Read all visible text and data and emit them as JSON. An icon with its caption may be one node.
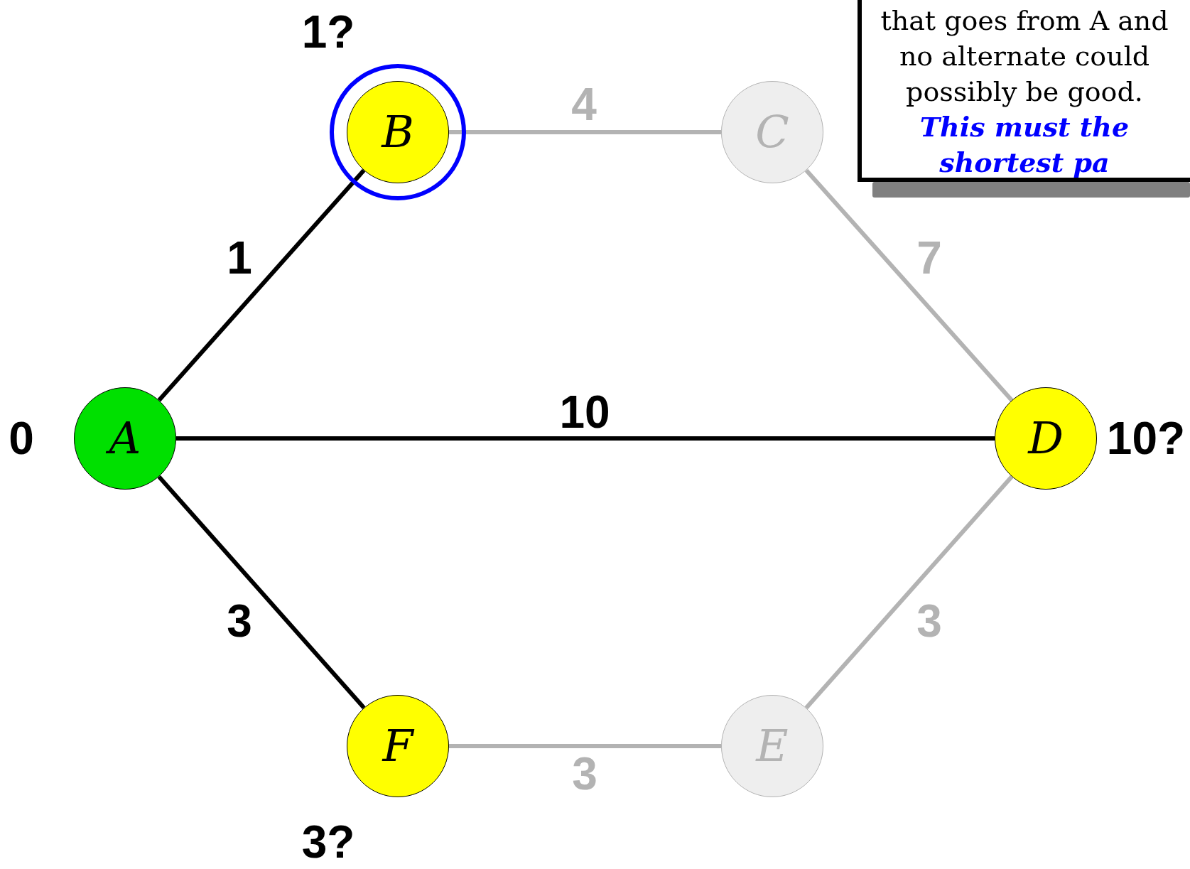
{
  "diagram": {
    "nodes": [
      {
        "text": [
          "A"
        ],
        "beside": [
          "0"
        ]
      },
      {
        "text": [
          "B"
        ],
        "beside": [
          "1?"
        ]
      },
      {
        "text": [
          "C"
        ]
      },
      {
        "text": [
          "D"
        ],
        "beside": [
          "10?"
        ]
      },
      {
        "text": [
          "E"
        ]
      },
      {
        "text": [
          "F"
        ],
        "beside": [
          "3?"
        ]
      },
      {
        "text": [
          "that goes from A and no alternate could possibly be good.",
          "This must the shortest pa"
        ]
      }
    ],
    "edges": [
      {
        "from": 0,
        "to": 1,
        "arrow": "none",
        "label": "1",
        "color": "#000000"
      },
      {
        "from": 1,
        "to": 2,
        "arrow": "none",
        "label": "4"
      },
      {
        "from": 2,
        "to": 3,
        "arrow": "none",
        "label": "7"
      },
      {
        "from": 0,
        "to": 3,
        "arrow": "none",
        "label": "10",
        "color": "#000000"
      },
      {
        "from": 3,
        "to": 4,
        "arrow": "none",
        "label": "3"
      },
      {
        "from": 5,
        "to": 4,
        "arrow": "none",
        "label": "3"
      },
      {
        "from": 0,
        "to": 5,
        "arrow": "none",
        "label": "3",
        "color": "#000000"
      }
    ]
  }
}
